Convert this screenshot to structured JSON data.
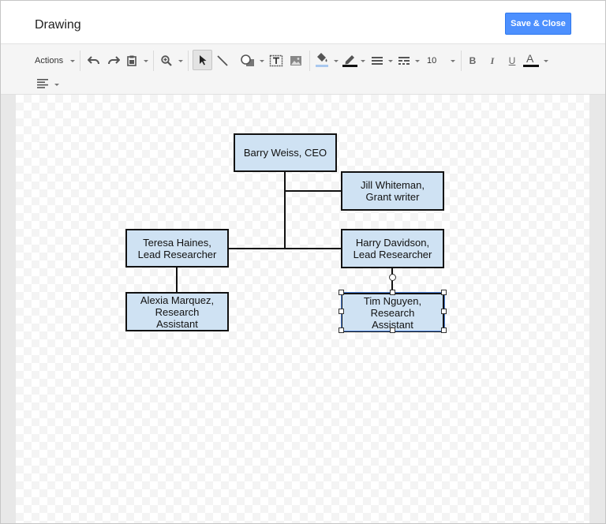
{
  "header": {
    "title": "Drawing",
    "save_label": "Save & Close"
  },
  "toolbar": {
    "actions_label": "Actions",
    "font_size": "10",
    "bold_label": "B",
    "italic_label": "I",
    "underline_label": "U",
    "text_color_label": "A"
  },
  "colors": {
    "accent": "#4d90fe",
    "node_fill": "#cfe2f3",
    "border": "#111111"
  },
  "diagram": {
    "ceo": "Barry Weiss, CEO",
    "grant_writer": "Jill Whiteman,\nGrant writer",
    "lead_left": "Teresa Haines,\nLead Researcher",
    "lead_right": "Harry Davidson,\nLead Researcher",
    "assistant_left": "Alexia Marquez,\nResearch\nAssistant",
    "assistant_right": "Tim Nguyen,\nResearch\nAssistant"
  }
}
